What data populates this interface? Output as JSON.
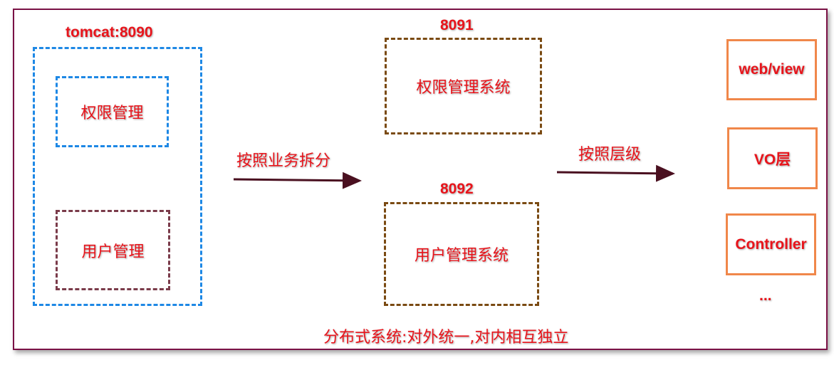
{
  "left_group": {
    "title": "tomcat:8090",
    "modules": [
      "权限管理",
      "用户管理"
    ]
  },
  "split_business": {
    "label": "按照业务拆分"
  },
  "services": [
    {
      "port": "8091",
      "name": "权限管理系统"
    },
    {
      "port": "8092",
      "name": "用户管理系统"
    }
  ],
  "split_layer": {
    "label": "按照层级"
  },
  "layers": [
    "web/view",
    "VO层",
    "Controller"
  ],
  "layers_more": "...",
  "footer": "分布式系统:对外统一,对内相互独立",
  "colors": {
    "text_red": "#e8141b",
    "blue_dash": "#1e88e5",
    "brown_dash": "#7a4a12",
    "orange": "#f0874a",
    "frame": "#7a1145",
    "arrow": "#4a1020"
  }
}
